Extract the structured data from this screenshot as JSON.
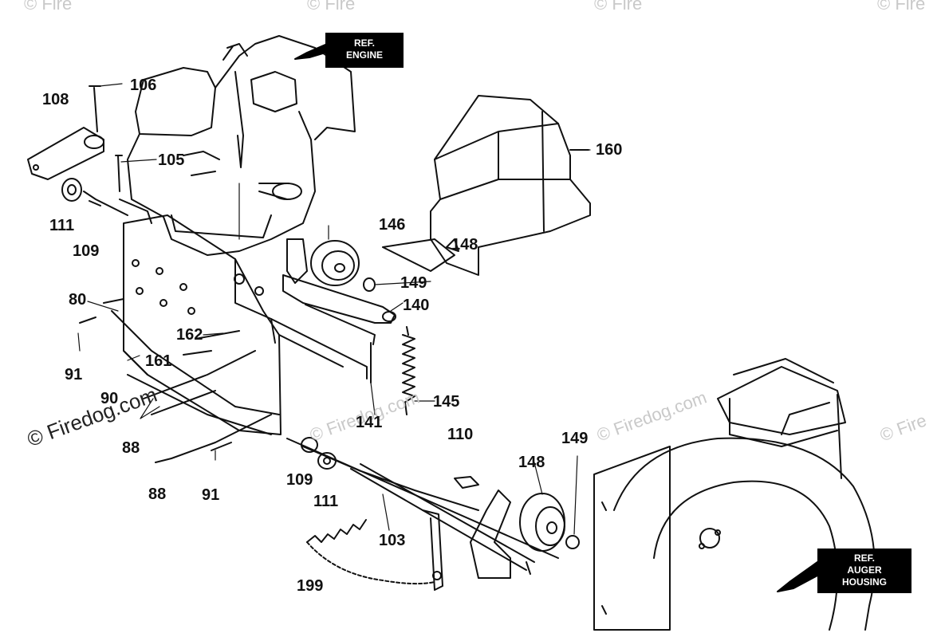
{
  "watermark": {
    "text": "© Firedog.com",
    "partial": "© Fire"
  },
  "callouts": {
    "engine": [
      "REF.",
      "ENGINE"
    ],
    "auger_housing": [
      "REF.",
      "AUGER",
      "HOUSING"
    ]
  },
  "part_numbers": {
    "p106": "106",
    "p108": "108",
    "p105": "105",
    "p111_top": "111",
    "p109_top": "109",
    "p80": "80",
    "p162": "162",
    "p161": "161",
    "p91_left": "91",
    "p90": "90",
    "p88_upper": "88",
    "p88_lower": "88",
    "p91_lower": "91",
    "p160": "160",
    "p146": "146",
    "p148_top": "148",
    "p149_top": "149",
    "p140": "140",
    "p145": "145",
    "p141": "141",
    "p110": "110",
    "p149_bottom": "149",
    "p148_bottom": "148",
    "p109_bottom": "109",
    "p111_bottom": "111",
    "p103": "103",
    "p199": "199"
  }
}
